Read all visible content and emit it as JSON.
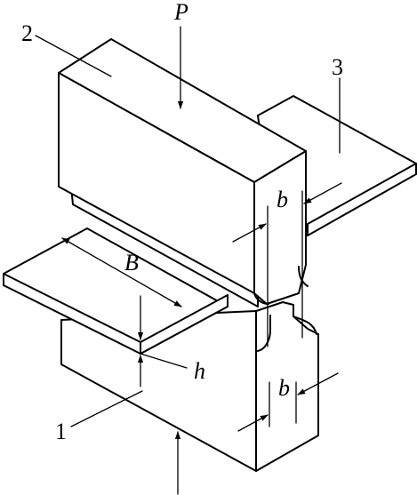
{
  "labels": {
    "force": "P",
    "part_upper": "2",
    "part_sheet": "3",
    "part_lower": "1",
    "width": "B",
    "thickness": "h",
    "bandwidth_upper": "b",
    "bandwidth_lower": "b"
  }
}
